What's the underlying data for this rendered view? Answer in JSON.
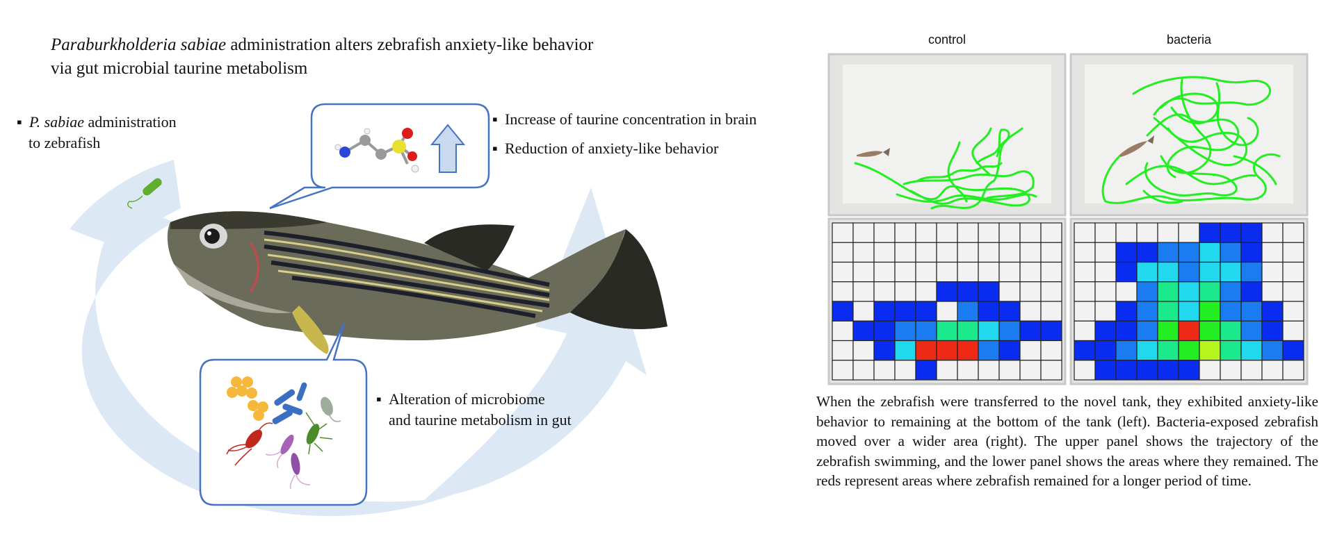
{
  "title": {
    "line1_italic": "Paraburkholderia sabiae",
    "line1_rest": " administration alters zebrafish anxiety-like behavior",
    "line2": "via gut microbial taurine metabolism"
  },
  "bullets": {
    "admin_italic": "P. sabiae",
    "admin_rest": " administration",
    "admin_line2": "to zebrafish",
    "taurine_brain": "Increase of taurine concentration in brain",
    "anxiety": "Reduction of anxiety-like behavior",
    "microbiome_line1": "Alteration of microbiome",
    "microbiome_line2": "and taurine metabolism in gut",
    "bullet_char": "▪"
  },
  "panels": {
    "control_label": "control",
    "bacteria_label": "bacteria"
  },
  "heatmaps": {
    "rows": 8,
    "cols": 11,
    "control": [
      [
        0,
        0,
        0,
        0,
        0,
        0,
        0,
        0,
        0,
        0,
        0
      ],
      [
        0,
        0,
        0,
        0,
        0,
        0,
        0,
        0,
        0,
        0,
        0
      ],
      [
        0,
        0,
        0,
        0,
        0,
        0,
        0,
        0,
        0,
        0,
        0
      ],
      [
        0,
        0,
        0,
        0,
        0,
        1,
        1,
        1,
        0,
        0,
        0
      ],
      [
        1,
        0,
        1,
        1,
        1,
        0,
        2,
        1,
        1,
        0,
        0
      ],
      [
        0,
        1,
        1,
        2,
        2,
        4,
        4,
        3,
        2,
        1,
        1
      ],
      [
        0,
        0,
        1,
        3,
        7,
        7,
        7,
        2,
        1,
        0,
        0
      ],
      [
        0,
        0,
        0,
        0,
        1,
        0,
        0,
        0,
        0,
        0,
        0
      ]
    ],
    "bacteria": [
      [
        0,
        0,
        0,
        0,
        0,
        0,
        1,
        1,
        1,
        0,
        0
      ],
      [
        0,
        0,
        1,
        1,
        2,
        2,
        3,
        2,
        1,
        0,
        0
      ],
      [
        0,
        0,
        1,
        3,
        3,
        2,
        3,
        3,
        2,
        0,
        0
      ],
      [
        0,
        0,
        0,
        2,
        4,
        3,
        4,
        2,
        1,
        0,
        0
      ],
      [
        0,
        0,
        1,
        2,
        4,
        3,
        5,
        2,
        2,
        1,
        0
      ],
      [
        0,
        1,
        1,
        2,
        5,
        7,
        5,
        4,
        2,
        1,
        0
      ],
      [
        1,
        1,
        2,
        3,
        4,
        5,
        6,
        4,
        3,
        2,
        1
      ],
      [
        0,
        1,
        1,
        1,
        1,
        1,
        0,
        0,
        0,
        0,
        0
      ]
    ],
    "scale_colors": [
      "#f2f2f2",
      "#0a2cf0",
      "#1b7bf0",
      "#22d8ef",
      "#1be98c",
      "#22ee22",
      "#b6f51e",
      "#ee2a17"
    ]
  },
  "caption": "When the zebrafish were transferred to the novel tank, they exhibited anxiety-like behavior to remaining at the bottom of the tank (left). Bacteria-exposed zebrafish moved over a wider area (right). The upper panel shows the trajectory of the zebrafish swimming, and the lower panel shows the areas where they remained. The reds represent areas where zebrafish remained for a longer period of time.",
  "colors": {
    "arc": "#dde8f5",
    "bubble_border": "#4472c4",
    "trajectory": "#22ee22",
    "up_arrow_fill": "#c9d9ef"
  },
  "icons": {
    "molecule": "taurine-molecule-icon",
    "up_arrow": "increase-arrow-icon",
    "bacterium": "bacterium-icon",
    "microbes": "gut-microbes-icon",
    "fish": "zebrafish-illustration"
  }
}
